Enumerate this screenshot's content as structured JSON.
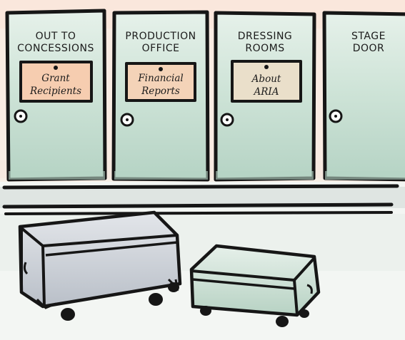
{
  "doors": [
    {
      "title_line1": "OUT TO",
      "title_line2": "CONCESSIONS",
      "sign_line1": "Grant",
      "sign_line2": "Recipients",
      "sign_color": "#f6cdb0"
    },
    {
      "title_line1": "PRODUCTION",
      "title_line2": "OFFICE",
      "sign_line1": "Financial",
      "sign_line2": "Reports",
      "sign_color": "#f4d3b8"
    },
    {
      "title_line1": "DRESSING",
      "title_line2": "ROOMS",
      "sign_line1": "About",
      "sign_line2": "ARIA",
      "sign_color": "#eadfca"
    },
    {
      "title_line1": "STAGE",
      "title_line2": "DOOR"
    }
  ],
  "colors": {
    "door_fill": "#cfe5da",
    "door_wash": "#a9cdbb",
    "wall_peach": "#f8dccb",
    "ink": "#161616",
    "case_left": "#c7ccd3",
    "case_right": "#cfe3d6"
  }
}
